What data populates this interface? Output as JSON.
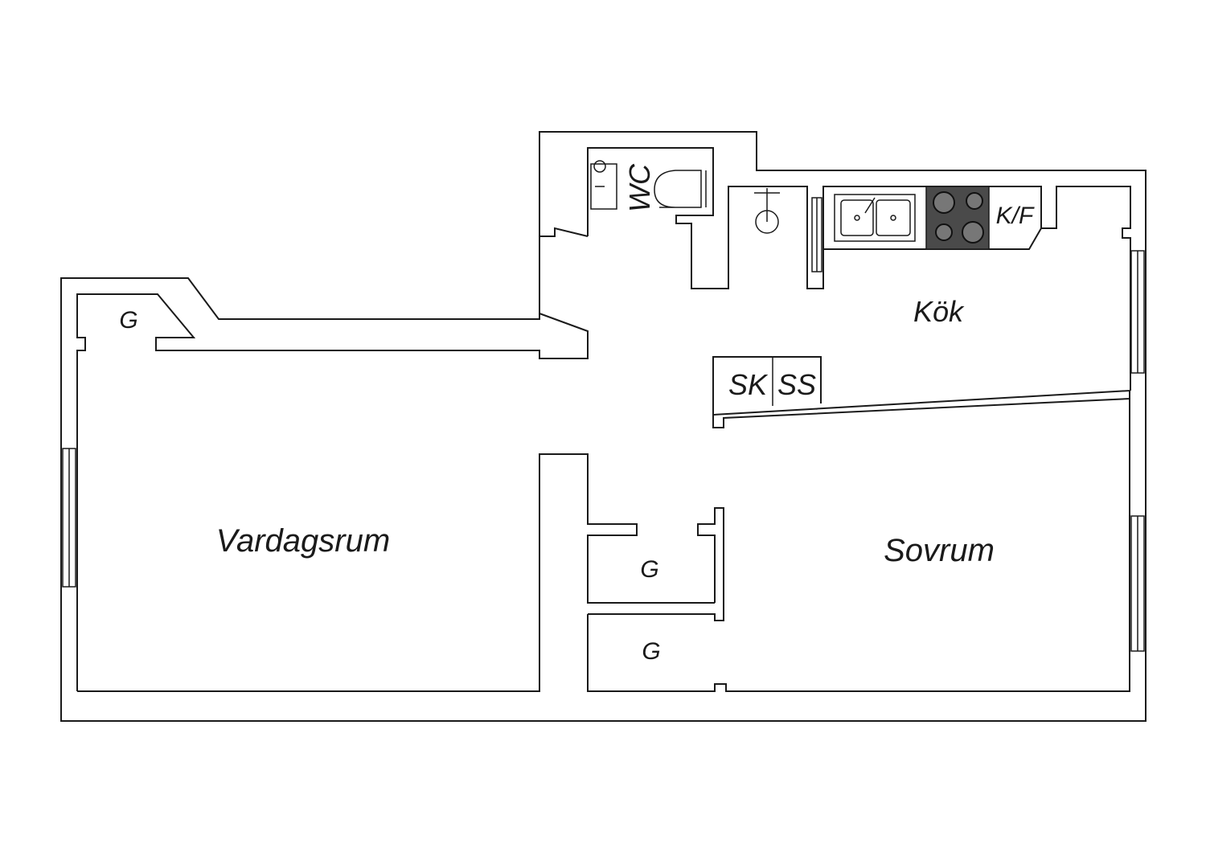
{
  "floorplan": {
    "rooms": {
      "living": "Vardagsrum",
      "bedroom": "Sovrum",
      "kitchen": "Kök",
      "wc": "WC"
    },
    "closets": {
      "top_left": "G",
      "middle": "G",
      "lower": "G"
    },
    "appliances": {
      "fridge_freezer": "K/F",
      "wardrobe_sk": "SK",
      "wardrobe_ss": "SS"
    },
    "colors": {
      "wall": "#1a1a1a",
      "background": "#ffffff",
      "stove": "#4a4a4a"
    }
  }
}
